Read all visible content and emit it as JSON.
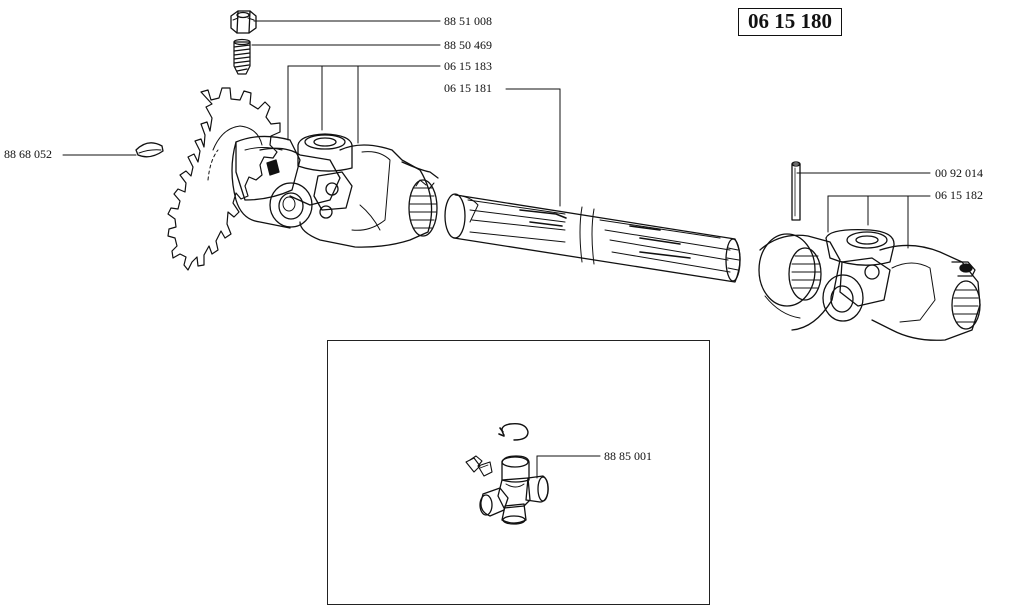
{
  "drawing_number": "06 15 180",
  "callouts": {
    "nut": "88 51 008",
    "grease_nipple": "88 50 469",
    "left_yoke_assembly": "06 15 183",
    "center_shaft": "06 15 181",
    "key": "88 68 052",
    "pin": "00 92 014",
    "right_yoke_assembly": "06 15 182",
    "cross_kit": "88 85 001"
  }
}
